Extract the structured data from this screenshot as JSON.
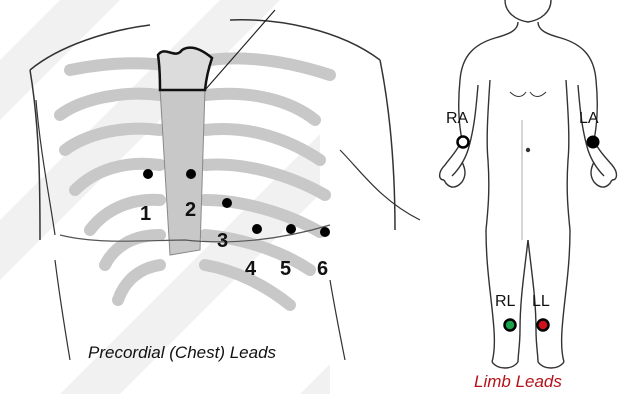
{
  "captions": {
    "chest": "Precordial (Chest) Leads",
    "limb": "Limb Leads"
  },
  "precordial_labels": [
    "1",
    "2",
    "3",
    "4",
    "5",
    "6"
  ],
  "limb_labels": {
    "ra": "RA",
    "la": "LA",
    "rl": "RL",
    "ll": "LL"
  },
  "colors": {
    "caption_chest": "#111111",
    "caption_limb": "#b5121b",
    "electrode_black": "#000000",
    "electrode_green": "#1aa34a",
    "electrode_red": "#d0101a",
    "bone_gray": "#c8c8c8"
  }
}
